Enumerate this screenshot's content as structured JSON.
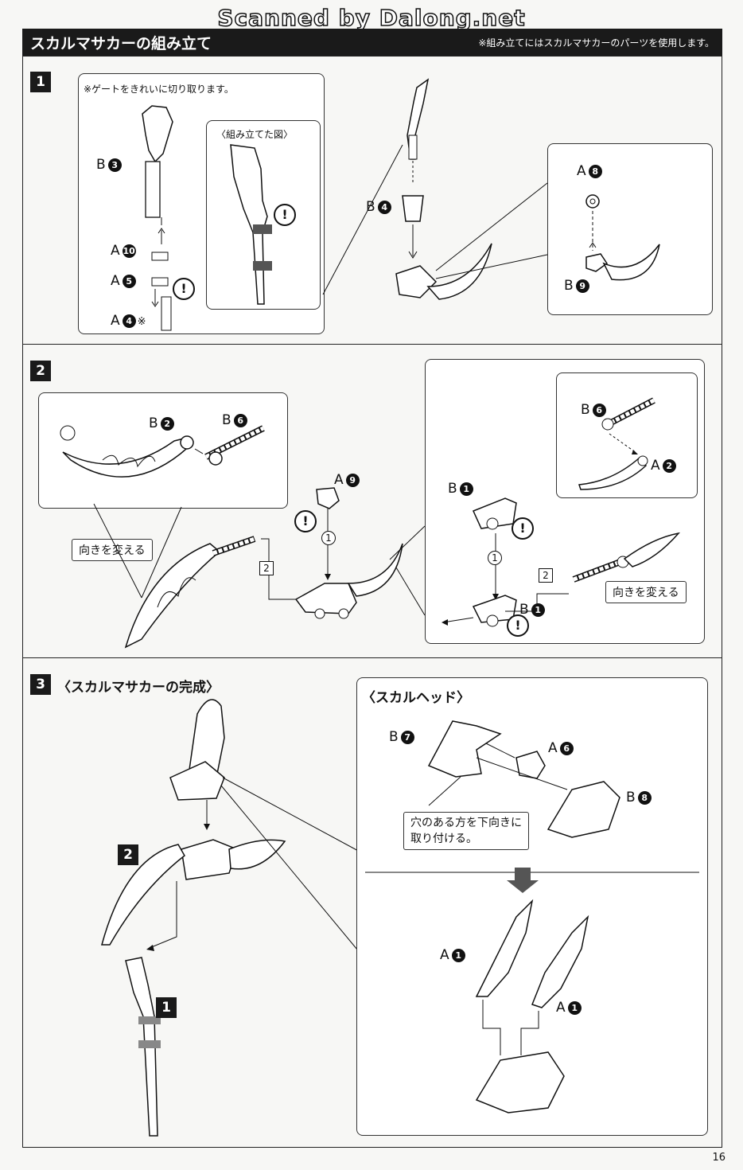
{
  "watermark": "Scanned by Dalong.net",
  "header": {
    "title": "スカルマサカーの組み立て",
    "note": "※組み立てにはスカルマサカーのパーツを使用します。"
  },
  "step1": {
    "number": "1",
    "gate_note": "※ゲートをきれいに切り取ります。",
    "assembled_title": "〈組み立てた図〉",
    "labels": {
      "b3": "B",
      "b3n": "3",
      "a10": "A",
      "a10n": "10",
      "a5": "A",
      "a5n": "5",
      "a4": "A",
      "a4n": "4",
      "a4mark": "※",
      "b4": "B",
      "b4n": "4",
      "a8": "A",
      "a8n": "8",
      "b9": "B",
      "b9n": "9"
    }
  },
  "step2": {
    "number": "2",
    "turn_label_left": "向きを変える",
    "turn_label_right": "向きを変える",
    "labels": {
      "b2": "B",
      "b2n": "2",
      "b6": "B",
      "b6n": "6",
      "a9": "A",
      "a9n": "9",
      "b1a": "B",
      "b1an": "1",
      "b1b": "B",
      "b1bn": "1",
      "b6r": "B",
      "b6rn": "6",
      "a2": "A",
      "a2n": "2"
    },
    "order1": "1",
    "order2": "2"
  },
  "step3": {
    "number": "3",
    "title": "〈スカルマサカーの完成〉",
    "skull_head_title": "〈スカルヘッド〉",
    "hole_note_line1": "穴のある方を下向きに",
    "hole_note_line2": "取り付ける。",
    "ref2": "2",
    "ref1": "1",
    "labels": {
      "b7": "B",
      "b7n": "7",
      "a6": "A",
      "a6n": "6",
      "b8": "B",
      "b8n": "8",
      "a1a": "A",
      "a1an": "1",
      "a1b": "A",
      "a1bn": "1"
    }
  },
  "warning_symbol": "!",
  "page_number": "16"
}
